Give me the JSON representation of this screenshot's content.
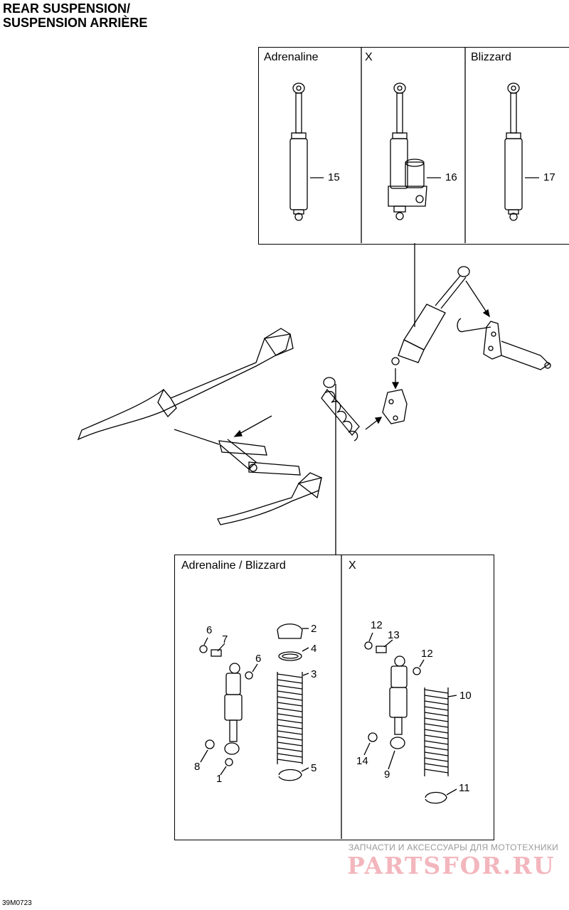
{
  "title": {
    "line1": "REAR SUSPENSION/",
    "line2": "SUSPENSION ARRIÈRE"
  },
  "top_panel": {
    "columns": [
      {
        "label": "Adrenaline",
        "callout": "15"
      },
      {
        "label": "X",
        "callout": "16"
      },
      {
        "label": "Blizzard",
        "callout": "17"
      }
    ]
  },
  "bottom_panel": {
    "left_label": "Adrenaline / Blizzard",
    "right_label": "X",
    "left_callouts": [
      "6",
      "7",
      "6",
      "2",
      "4",
      "3",
      "8",
      "1",
      "5"
    ],
    "right_callouts": [
      "12",
      "13",
      "12",
      "10",
      "14",
      "9",
      "11"
    ]
  },
  "watermark": {
    "tagline": "ЗАПЧАСТИ И АКСЕССУАРЫ ДЛЯ МОТОТЕХНИКИ",
    "brand": "PARTSFOR.RU"
  },
  "drawing_code": "39M0723",
  "colors": {
    "line": "#000000",
    "watermark_text": "#9a9a9a",
    "watermark_brand": "#f3b6bd"
  }
}
